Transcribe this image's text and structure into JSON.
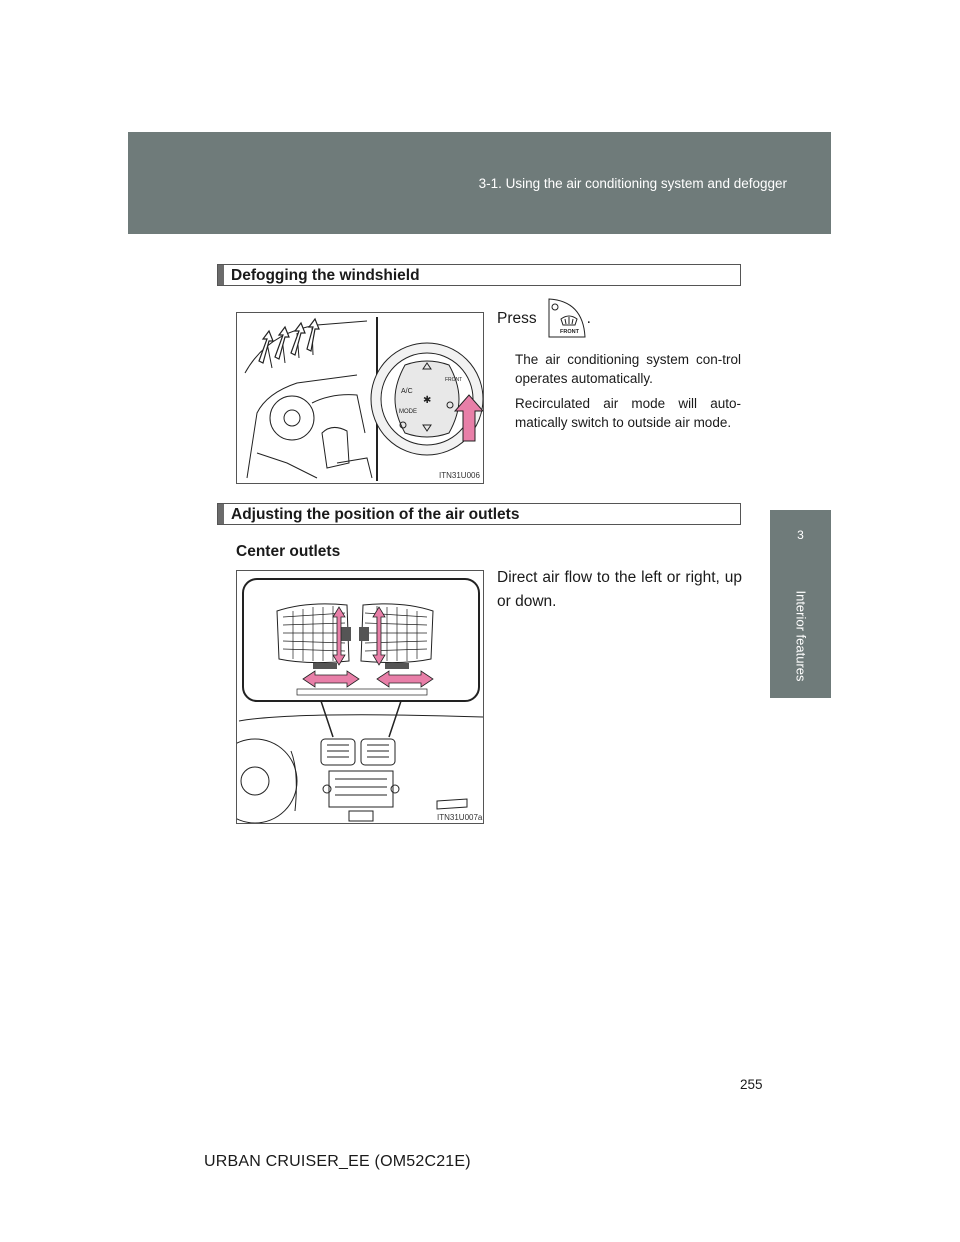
{
  "header": {
    "section_title": "3-1. Using the air conditioning system and defogger"
  },
  "side_tab": {
    "chapter_number": "3",
    "chapter_label": "Interior features"
  },
  "section1": {
    "title": "Defogging the windshield",
    "press_label": "Press",
    "press_suffix": ".",
    "button_icon": "front-defroster-button-icon",
    "button_text": "FRONT",
    "paragraphs": [
      "The air conditioning system con-trol operates automatically.",
      "Recirculated air mode will auto-matically switch to outside air mode."
    ],
    "figure": {
      "code": "ITN31U006",
      "panel_labels": {
        "ac": "A/C",
        "mode": "MODE",
        "front": "FRONT"
      }
    }
  },
  "section2": {
    "title": "Adjusting the position of the air outlets",
    "subheading": "Center outlets",
    "body": "Direct air flow to the left or right, up or down.",
    "figure": {
      "code": "ITN31U007a"
    }
  },
  "page_number": "255",
  "footer": "URBAN CRUISER_EE (OM52C21E)",
  "colors": {
    "header_band": "#6f7b7a",
    "arrow_pink": "#e87fa8"
  }
}
